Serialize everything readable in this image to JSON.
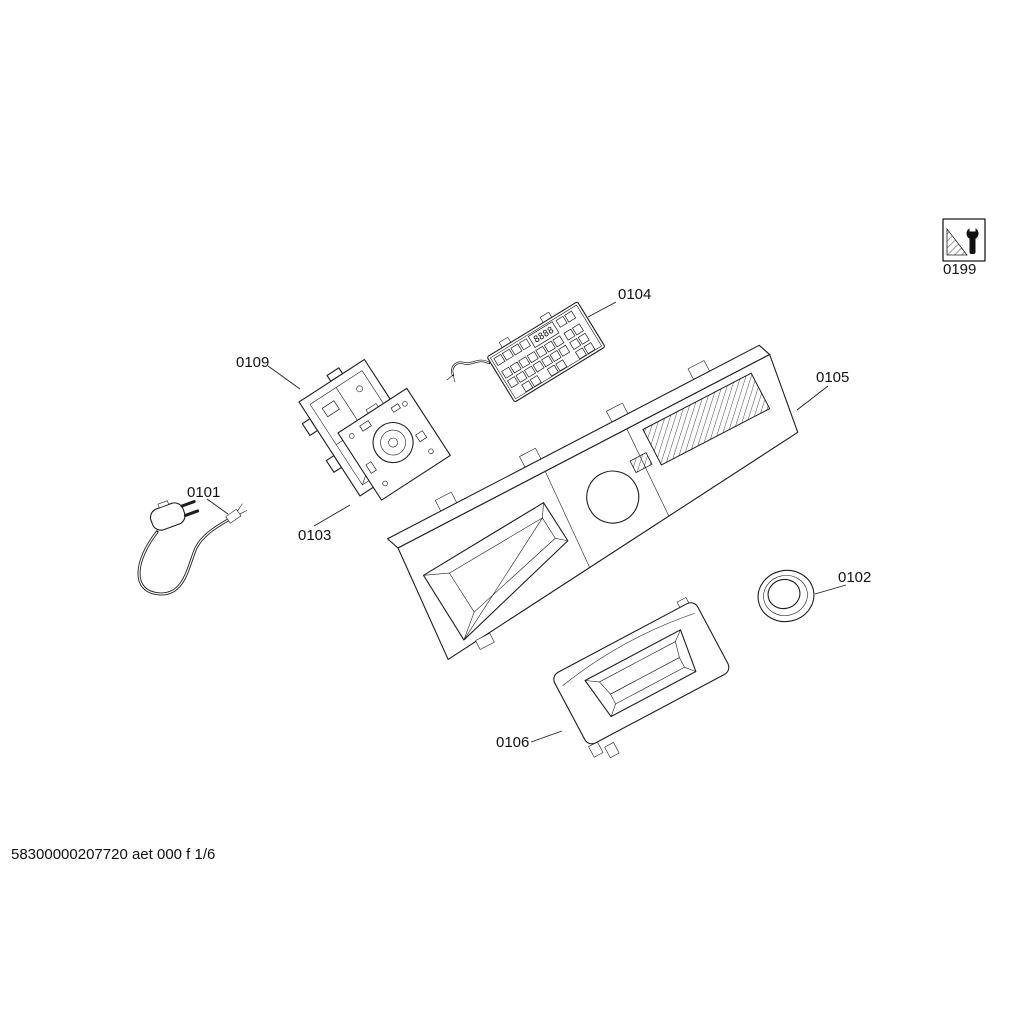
{
  "colors": {
    "ink": "#1d1d1d",
    "paper": "#ffffff"
  },
  "footer": "58300000207720 aet 000 f 1/6",
  "module_display": "8888",
  "labels": {
    "l0101": "0101",
    "l0102": "0102",
    "l0103": "0103",
    "l0104": "0104",
    "l0105": "0105",
    "l0106": "0106",
    "l0109": "0109",
    "l0199": "0199"
  },
  "icons": {
    "service_box": "wrench-icon"
  }
}
